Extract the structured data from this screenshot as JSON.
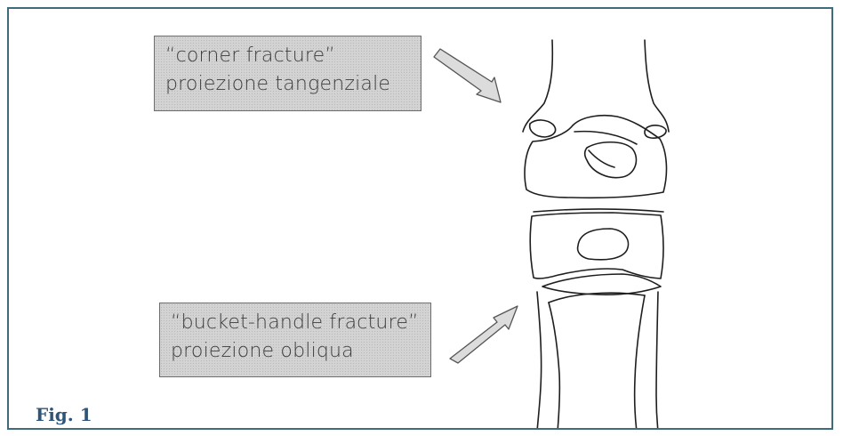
{
  "labels": {
    "corner": {
      "line1": "“corner fracture”",
      "line2": "proiezione tangenziale"
    },
    "bucket": {
      "line1": "“bucket-handle fracture”",
      "line2": "proiezione obliqua"
    }
  },
  "figure_label": "Fig. 1",
  "colors": {
    "frame": "#3f6c7c",
    "label_box": "#d3d3d3",
    "figure_label": "#2e5577",
    "bone_outline": "#1e1e1e"
  }
}
